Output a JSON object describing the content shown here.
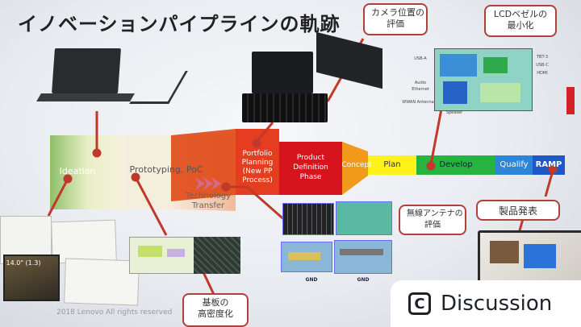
{
  "slide": {
    "title": "イノベーションパイプラインの軌跡",
    "stages": {
      "ideation": "Ideation",
      "prototyping": "Prototyping, PoC",
      "portfolio": "Portfolio\nPlanning\n(New PP\nProcess)",
      "definition": "Product\nDefinition\nPhase",
      "concept": "Concept",
      "plan": "Plan",
      "develop": "Develop",
      "qualify": "Qualify",
      "ramp": "RAMP",
      "technology_transfer": "Technology\nTransfer"
    },
    "callouts": {
      "camera": "カメラ位置の\n評価",
      "lcd": "LCDベゼルの\n最小化",
      "antenna": "無線アンテナの\n評価",
      "release": "製品発表",
      "board": "基板の\n高密度化"
    },
    "board_labels": [
      "USB-A",
      "Audio",
      "Ethernet",
      "WWAN Antenna",
      "Speaker",
      "HDMI",
      "USB-C",
      "TBT-3"
    ],
    "antenna_labels": [
      "GND",
      "GND"
    ],
    "copyright": "2018 Lenovo All rights reserved",
    "photo_screen_text": "14.0\" (1.3)"
  },
  "badge": {
    "label": "Discussion",
    "icon": "copyright-c-icon"
  },
  "colors": {
    "callout_border": "#b0413a",
    "arrow": "#c0392b",
    "badge_text": "#1e2228"
  }
}
